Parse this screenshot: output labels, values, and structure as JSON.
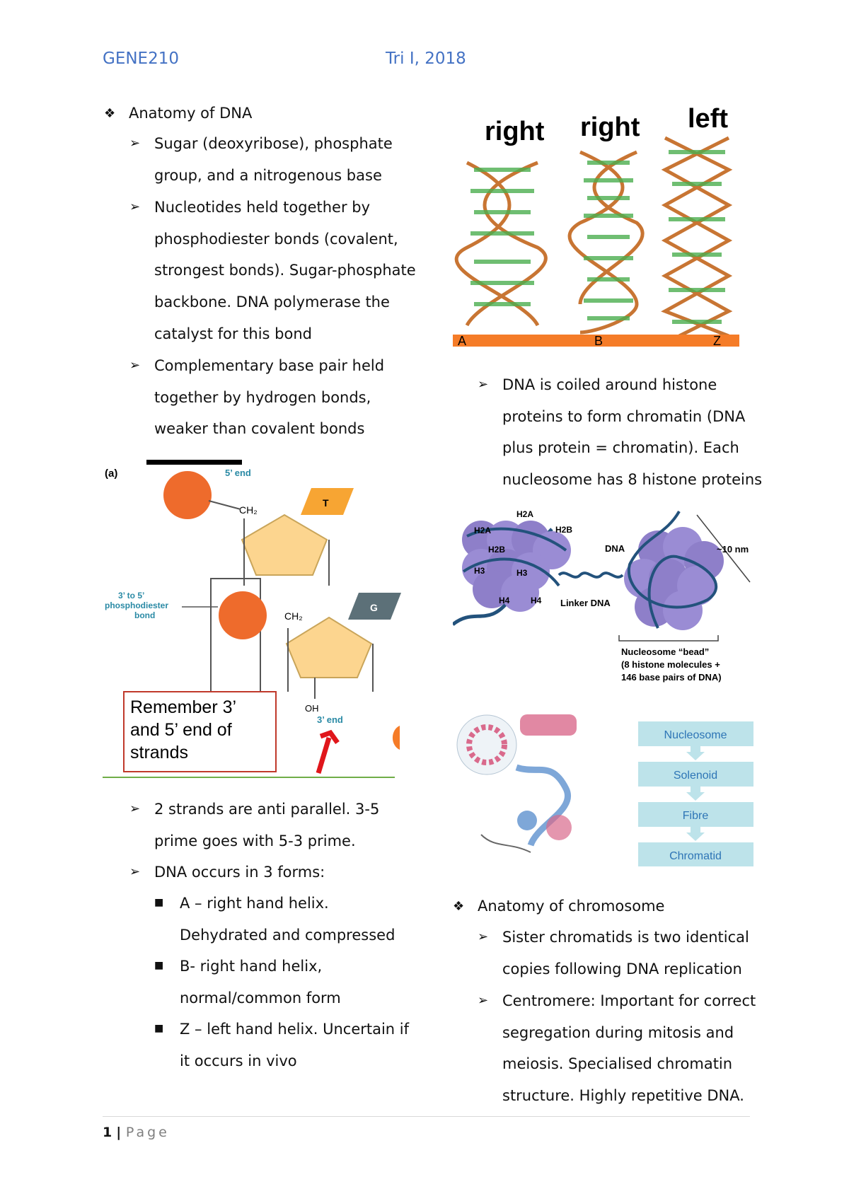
{
  "header": {
    "course": "GENE210",
    "term": "Tri I, 2018"
  },
  "left": {
    "heading": "Anatomy of DNA",
    "b1": [
      "Sugar (deoxyribose), phosphate",
      "group, and a nitrogenous base"
    ],
    "b2": [
      "Nucleotides held together by",
      "phosphodiester bonds (covalent,",
      "strongest bonds). Sugar-phosphate",
      "backbone. DNA polymerase the",
      "catalyst for this bond"
    ],
    "b3": [
      "Complementary base pair held",
      "together by hydrogen bonds,",
      "weaker than covalent bonds"
    ],
    "b4": [
      "2 strands are anti parallel. 3-5",
      "prime goes with 5-3 prime."
    ],
    "b5": [
      "DNA occurs in 3 forms:"
    ],
    "s1": [
      "A – right hand helix.",
      "Dehydrated and compressed"
    ],
    "s2": [
      "B- right hand helix,",
      "normal/common form"
    ],
    "s3": [
      "Z – left hand helix. Uncertain if",
      "it occurs in vivo"
    ]
  },
  "right": {
    "b1": [
      "DNA is coiled around histone",
      "proteins to form chromatin (DNA",
      "plus protein = chromatin). Each",
      "nucleosome has 8 histone proteins"
    ],
    "heading": "Anatomy of chromosome",
    "b2": [
      "Sister chromatids is two identical",
      "copies following DNA replication"
    ],
    "b3": [
      "Centromere: Important for correct",
      "segregation during mitosis and",
      "meiosis. Specialised chromatin",
      "structure. Highly repetitive DNA."
    ]
  },
  "fig_nucleotide": {
    "panel": "(a)",
    "five_end": "5’ end",
    "three_end": "3’ end",
    "bond": [
      "3’ to 5’",
      "phosphodiester",
      "bond"
    ],
    "base_t": "T",
    "base_g": "G",
    "ch2": "CH₂",
    "oh": "OH",
    "remember": [
      "Remember 3’",
      "and 5’ end of",
      "strands"
    ]
  },
  "fig_helix": {
    "labels": [
      "right",
      "right",
      "left"
    ],
    "forms": [
      "A",
      "B",
      "Z"
    ]
  },
  "fig_nucleosome": {
    "h2a": "H2A",
    "h2b": "H2B",
    "h3": "H3",
    "h4": "H4",
    "dna": "DNA",
    "linker": "Linker DNA",
    "nm": "~10 nm",
    "bead": [
      "Nucleosome “bead”",
      "(8 histone molecules +",
      "146 base pairs of DNA)"
    ]
  },
  "fig_levels": [
    "Nucleosome",
    "Solenoid",
    "Fibre",
    "Chromatid"
  ],
  "footer": {
    "page": "1",
    "label": "Page"
  },
  "colors": {
    "header": "#4472c4",
    "orange": "#f57c28",
    "flowbox": "#bde3ea"
  }
}
